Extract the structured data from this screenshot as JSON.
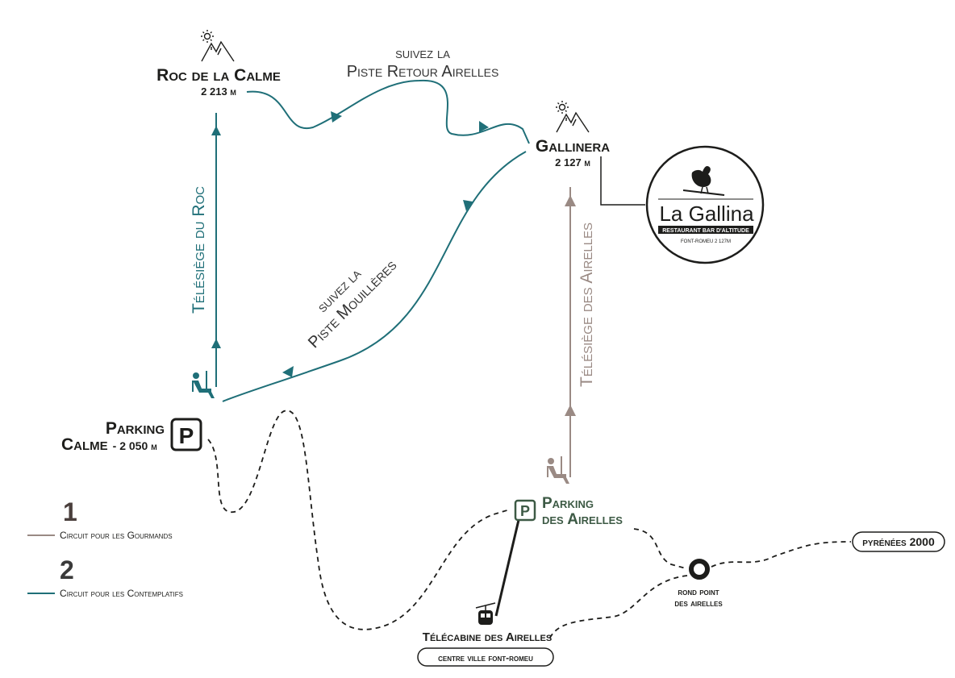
{
  "colors": {
    "teal": "#1f6f78",
    "taupe": "#9a8a84",
    "dark": "#1d1d1b",
    "green": "#3d5a45",
    "text": "#333333"
  },
  "peaks": {
    "roc": {
      "name": "Roc de la Calme",
      "alt": "2 213",
      "unit": "m",
      "icon": "mountain-sun-icon"
    },
    "gallinera": {
      "name": "Gallinera",
      "alt": "2 127",
      "unit": "m",
      "icon": "mountain-sun-icon"
    }
  },
  "pistes": {
    "retour": {
      "l1": "suivez la",
      "l2": "Piste Retour Airelles"
    },
    "mouilleres": {
      "l1": "suivez la",
      "l2": "Piste Mouillères"
    }
  },
  "lifts": {
    "roc": "Télésiège du Roc",
    "airelles": "Télésiège des Airelles",
    "telecabine": "Télécabine des Airelles"
  },
  "parkings": {
    "calme": {
      "l1": "Parking",
      "l2": "Calme",
      "alt": "- 2 050",
      "unit": "m",
      "sign": "P"
    },
    "airelles": {
      "l1": "Parking",
      "l2": "des Airelles",
      "sign": "P"
    }
  },
  "rond_point": {
    "l1": "rond point",
    "l2": "des airelles"
  },
  "badges": {
    "pyrenees": "pyrénées 2000",
    "centre": "centre ville font-romeu"
  },
  "restaurant": {
    "name": "La Gallina",
    "subtitle": "RESTAURANT BAR D'ALTITUDE",
    "location": "FONT-ROMEU   2 127M",
    "icon": "hen-on-skis-icon"
  },
  "legend": [
    {
      "number": "1",
      "label": "Circuit pour les Gourmands",
      "color": "#9a8a84"
    },
    {
      "number": "2",
      "label": "Circuit pour les Contemplatifs",
      "color": "#1f6f78"
    }
  ]
}
